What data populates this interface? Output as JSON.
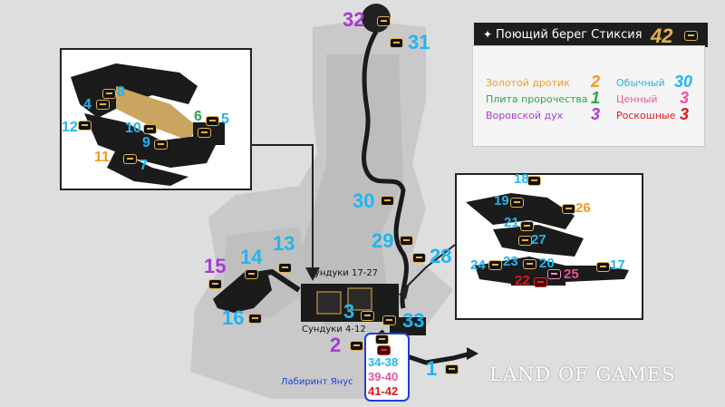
{
  "header": {
    "title": "Поющий берег Стиксия",
    "total": "42"
  },
  "legend": {
    "left": [
      {
        "label": "Золотой дротик",
        "value": "2"
      },
      {
        "label": "Плита пророчества",
        "value": "1"
      },
      {
        "label": "Воровской дух",
        "value": "3"
      }
    ],
    "right": [
      {
        "label": "Обычный",
        "value": "30"
      },
      {
        "label": "Ценный",
        "value": "3"
      },
      {
        "label": "Роскошные",
        "value": "3"
      }
    ]
  },
  "captions": {
    "chests_17_27": "Сундуки 17-27",
    "chests_4_12": "Сундуки 4-12",
    "labyrinth": "Лабиринт Янус"
  },
  "ranges": [
    "34-38",
    "39-40",
    "41-42"
  ],
  "markers": {
    "m1": "1",
    "m2": "2",
    "m3": "3",
    "m4": "4",
    "m5": "5",
    "m6": "6",
    "m7": "7",
    "m8": "8",
    "m9": "9",
    "m10": "10",
    "m11": "11",
    "m12": "12",
    "m13": "13",
    "m14": "14",
    "m15": "15",
    "m16": "16",
    "m17": "17",
    "m18": "18",
    "m19": "19",
    "m20": "20",
    "m21": "21",
    "m22": "22",
    "m23": "23",
    "m24": "24",
    "m25": "25",
    "m26": "26",
    "m27": "27",
    "m28": "28",
    "m29": "29",
    "m30": "30",
    "m31": "31",
    "m32": "32",
    "m33": "33"
  },
  "watermark": "LAND OF GAMES",
  "colors": {
    "normal": "#1fb6ee",
    "dart": "#f39a1e",
    "spirit": "#a63bd6",
    "tablet": "#2aa84a",
    "valuable": "#ee4fa0",
    "luxury": "#e0161b",
    "gold": "#e6b248"
  }
}
